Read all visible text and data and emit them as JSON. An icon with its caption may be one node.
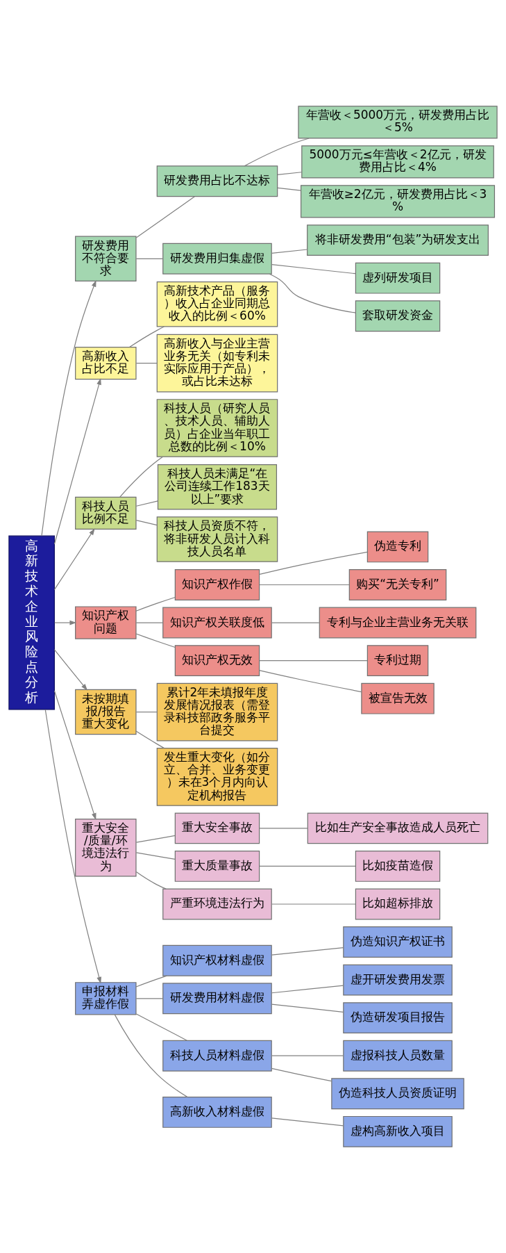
{
  "diagram": {
    "nodes": [
      {
        "text": [
          "高新技术企业风险点分析"
        ]
      },
      {
        "text": [
          "研发费用不符合要求"
        ]
      },
      {
        "text": [
          "研发费用占比不达标"
        ]
      },
      {
        "text": [
          "年营收＜5000万元，研发费用占比＜5%"
        ]
      },
      {
        "text": [
          "5000万元≤年营收＜2亿元，研发费用占比＜4%"
        ]
      },
      {
        "text": [
          "年营收≥2亿元，研发费用占比＜3%"
        ]
      },
      {
        "text": [
          "研发费用归集虚假"
        ]
      },
      {
        "text": [
          "将非研发费用“包装”为研发支出"
        ]
      },
      {
        "text": [
          "虚列研发项目"
        ]
      },
      {
        "text": [
          "套取研发资金"
        ]
      },
      {
        "text": [
          "高新收入占比不足"
        ]
      },
      {
        "text": [
          "高新技术产品（服务）收入占企业同期总收入的比例＜60%"
        ]
      },
      {
        "text": [
          "高新收入与企业主营业务无关（如专利未实际应用于产品），或占比未达标"
        ]
      },
      {
        "text": [
          "科技人员比例不足"
        ]
      },
      {
        "text": [
          "科技人员（研究人员、技术人员、辅助人员）占企业当年职工总数的比例＜10%"
        ]
      },
      {
        "text": [
          "科技人员未满足“在公司连续工作183天以上”要求"
        ]
      },
      {
        "text": [
          "科技人员资质不符，将非研发人员计入科技人员名单"
        ]
      },
      {
        "text": [
          "知识产权问题"
        ]
      },
      {
        "text": [
          "知识产权作假"
        ]
      },
      {
        "text": [
          "伪造专利"
        ]
      },
      {
        "text": [
          "购买“无关专利”"
        ]
      },
      {
        "text": [
          "知识产权关联度低"
        ]
      },
      {
        "text": [
          "专利与企业主营业务无关联"
        ]
      },
      {
        "text": [
          "知识产权无效"
        ]
      },
      {
        "text": [
          "专利过期"
        ]
      },
      {
        "text": [
          "被宣告无效"
        ]
      },
      {
        "text": [
          "未按期填报/报告重大变化"
        ]
      },
      {
        "text": [
          "累计2年未填报年度发展情况报表（需登录科技部政务服务平台提交"
        ]
      },
      {
        "text": [
          "发生重大变化（如分立、合并、业务变更）未在3个月内向认定机构报告"
        ]
      },
      {
        "text": [
          "重大安全/质量/环境违法行为"
        ]
      },
      {
        "text": [
          "重大安全事故"
        ]
      },
      {
        "text": [
          "比如生产安全事故造成人员死亡"
        ]
      },
      {
        "text": [
          "重大质量事故"
        ]
      },
      {
        "text": [
          "比如疫苗造假"
        ]
      },
      {
        "text": [
          "严重环境违法行为"
        ]
      },
      {
        "text": [
          "比如超标排放"
        ]
      },
      {
        "text": [
          "申报材料弄虚作假"
        ]
      },
      {
        "text": [
          "知识产权材料虚假"
        ]
      },
      {
        "text": [
          "伪造知识产权证书"
        ]
      },
      {
        "text": [
          "研发费用材料虚假"
        ]
      },
      {
        "text": [
          "虚开研发费用发票"
        ]
      },
      {
        "text": [
          "伪造研发项目报告"
        ]
      },
      {
        "text": [
          "科技人员材料虚假"
        ]
      },
      {
        "text": [
          "虚报科技人员数量"
        ]
      },
      {
        "text": [
          "伪造科技人员资质证明"
        ]
      },
      {
        "text": [
          "高新收入材料虚假"
        ]
      },
      {
        "text": [
          "虚构高新收入项目"
        ]
      }
    ],
    "edges": [
      {
        "from": 0,
        "to": 1,
        "arrow": "to"
      },
      {
        "from": 1,
        "to": 2,
        "arrow": "none"
      },
      {
        "from": 2,
        "to": 3,
        "arrow": "none"
      },
      {
        "from": 2,
        "to": 4,
        "arrow": "none"
      },
      {
        "from": 2,
        "to": 5,
        "arrow": "none"
      },
      {
        "from": 1,
        "to": 6,
        "arrow": "none"
      },
      {
        "from": 6,
        "to": 7,
        "arrow": "none"
      },
      {
        "from": 6,
        "to": 8,
        "arrow": "none"
      },
      {
        "from": 6,
        "to": 9,
        "arrow": "none"
      },
      {
        "from": 0,
        "to": 10,
        "arrow": "to"
      },
      {
        "from": 10,
        "to": 11,
        "arrow": "none"
      },
      {
        "from": 10,
        "to": 12,
        "arrow": "none"
      },
      {
        "from": 0,
        "to": 13,
        "arrow": "to"
      },
      {
        "from": 13,
        "to": 14,
        "arrow": "none"
      },
      {
        "from": 13,
        "to": 15,
        "arrow": "none"
      },
      {
        "from": 13,
        "to": 16,
        "arrow": "none"
      },
      {
        "from": 0,
        "to": 17,
        "arrow": "to"
      },
      {
        "from": 17,
        "to": 18,
        "arrow": "none"
      },
      {
        "from": 18,
        "to": 19,
        "arrow": "none"
      },
      {
        "from": 18,
        "to": 20,
        "arrow": "none"
      },
      {
        "from": 17,
        "to": 21,
        "arrow": "none"
      },
      {
        "from": 21,
        "to": 22,
        "arrow": "none"
      },
      {
        "from": 17,
        "to": 23,
        "arrow": "none"
      },
      {
        "from": 23,
        "to": 24,
        "arrow": "none"
      },
      {
        "from": 23,
        "to": 25,
        "arrow": "none"
      },
      {
        "from": 0,
        "to": 26,
        "arrow": "to"
      },
      {
        "from": 26,
        "to": 27,
        "arrow": "none"
      },
      {
        "from": 26,
        "to": 28,
        "arrow": "none"
      },
      {
        "from": 0,
        "to": 29,
        "arrow": "to"
      },
      {
        "from": 29,
        "to": 30,
        "arrow": "none"
      },
      {
        "from": 30,
        "to": 31,
        "arrow": "none"
      },
      {
        "from": 29,
        "to": 32,
        "arrow": "none"
      },
      {
        "from": 32,
        "to": 33,
        "arrow": "none"
      },
      {
        "from": 29,
        "to": 34,
        "arrow": "none"
      },
      {
        "from": 34,
        "to": 35,
        "arrow": "none"
      },
      {
        "from": 0,
        "to": 36,
        "arrow": "to"
      },
      {
        "from": 36,
        "to": 37,
        "arrow": "none"
      },
      {
        "from": 37,
        "to": 38,
        "arrow": "none"
      },
      {
        "from": 36,
        "to": 39,
        "arrow": "none"
      },
      {
        "from": 39,
        "to": 40,
        "arrow": "none"
      },
      {
        "from": 39,
        "to": 41,
        "arrow": "none"
      },
      {
        "from": 36,
        "to": 42,
        "arrow": "none"
      },
      {
        "from": 42,
        "to": 43,
        "arrow": "none"
      },
      {
        "from": 42,
        "to": 44,
        "arrow": "none"
      },
      {
        "from": 36,
        "to": 45,
        "arrow": "none"
      },
      {
        "from": 45,
        "to": 46,
        "arrow": "none"
      }
    ]
  }
}
